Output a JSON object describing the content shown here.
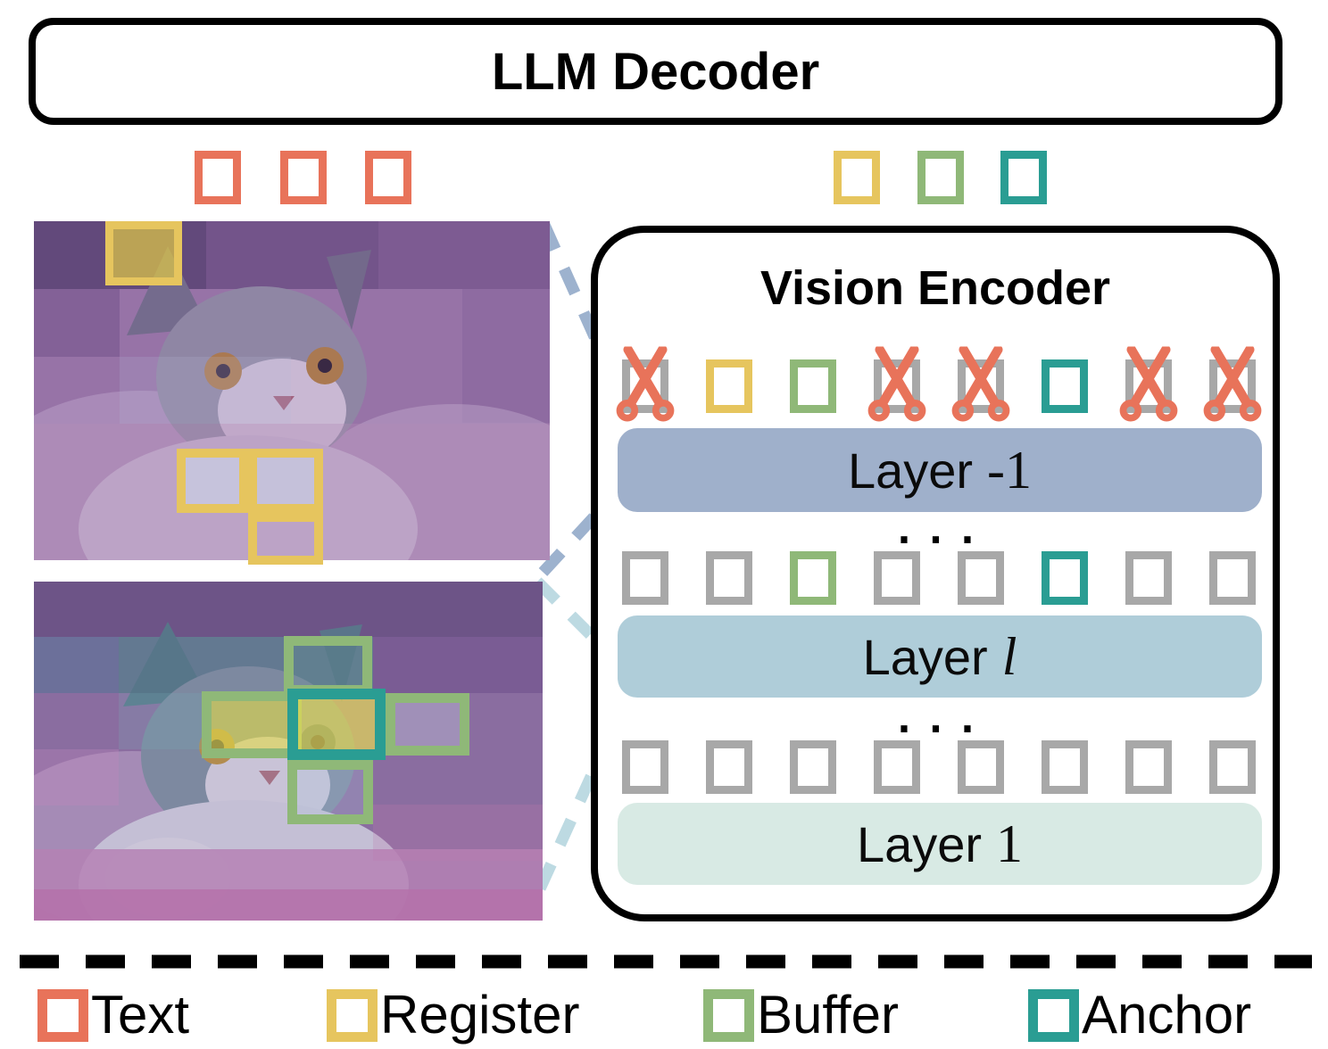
{
  "llm_decoder": {
    "title": "LLM Decoder"
  },
  "decoder_tokens": {
    "left": [
      "text",
      "text",
      "text"
    ],
    "right": [
      "register",
      "buffer",
      "anchor"
    ]
  },
  "vision_encoder": {
    "title": "Vision Encoder",
    "dots": "...",
    "token_rows": [
      {
        "tokens": [
          "cut",
          "register",
          "buffer",
          "cut",
          "cut",
          "anchor",
          "cut",
          "cut"
        ]
      },
      {
        "tokens": [
          "patch",
          "patch",
          "buffer",
          "patch",
          "patch",
          "anchor",
          "patch",
          "patch"
        ]
      },
      {
        "tokens": [
          "patch",
          "patch",
          "patch",
          "patch",
          "patch",
          "patch",
          "patch",
          "patch"
        ]
      }
    ],
    "layers": [
      {
        "prefix": "Layer",
        "suffix": "-1",
        "color": "#9FB0CB"
      },
      {
        "prefix": "Layer",
        "suffix": "l",
        "color": "#AFCDD9"
      },
      {
        "prefix": "Layer",
        "suffix": "1",
        "color": "#D8EAE4"
      }
    ]
  },
  "legend": {
    "items": [
      {
        "label": "Text",
        "type": "text",
        "color": "#E8735A"
      },
      {
        "label": "Register",
        "type": "register",
        "color": "#E6C55E"
      },
      {
        "label": "Buffer",
        "type": "buffer",
        "color": "#8FB878"
      },
      {
        "label": "Anchor",
        "type": "anchor",
        "color": "#2A9D93"
      }
    ]
  },
  "token_colors": {
    "text": "#E8735A",
    "register": "#E6C55E",
    "buffer": "#8FB878",
    "anchor": "#2A9D93",
    "patch": "#A8A8A8",
    "cut": "#A8A8A8",
    "scissors": "#E8735A"
  },
  "connector_colors": {
    "upper": "#9DB2CE",
    "lower": "#BDDAE2"
  },
  "separator_color": "#000000"
}
